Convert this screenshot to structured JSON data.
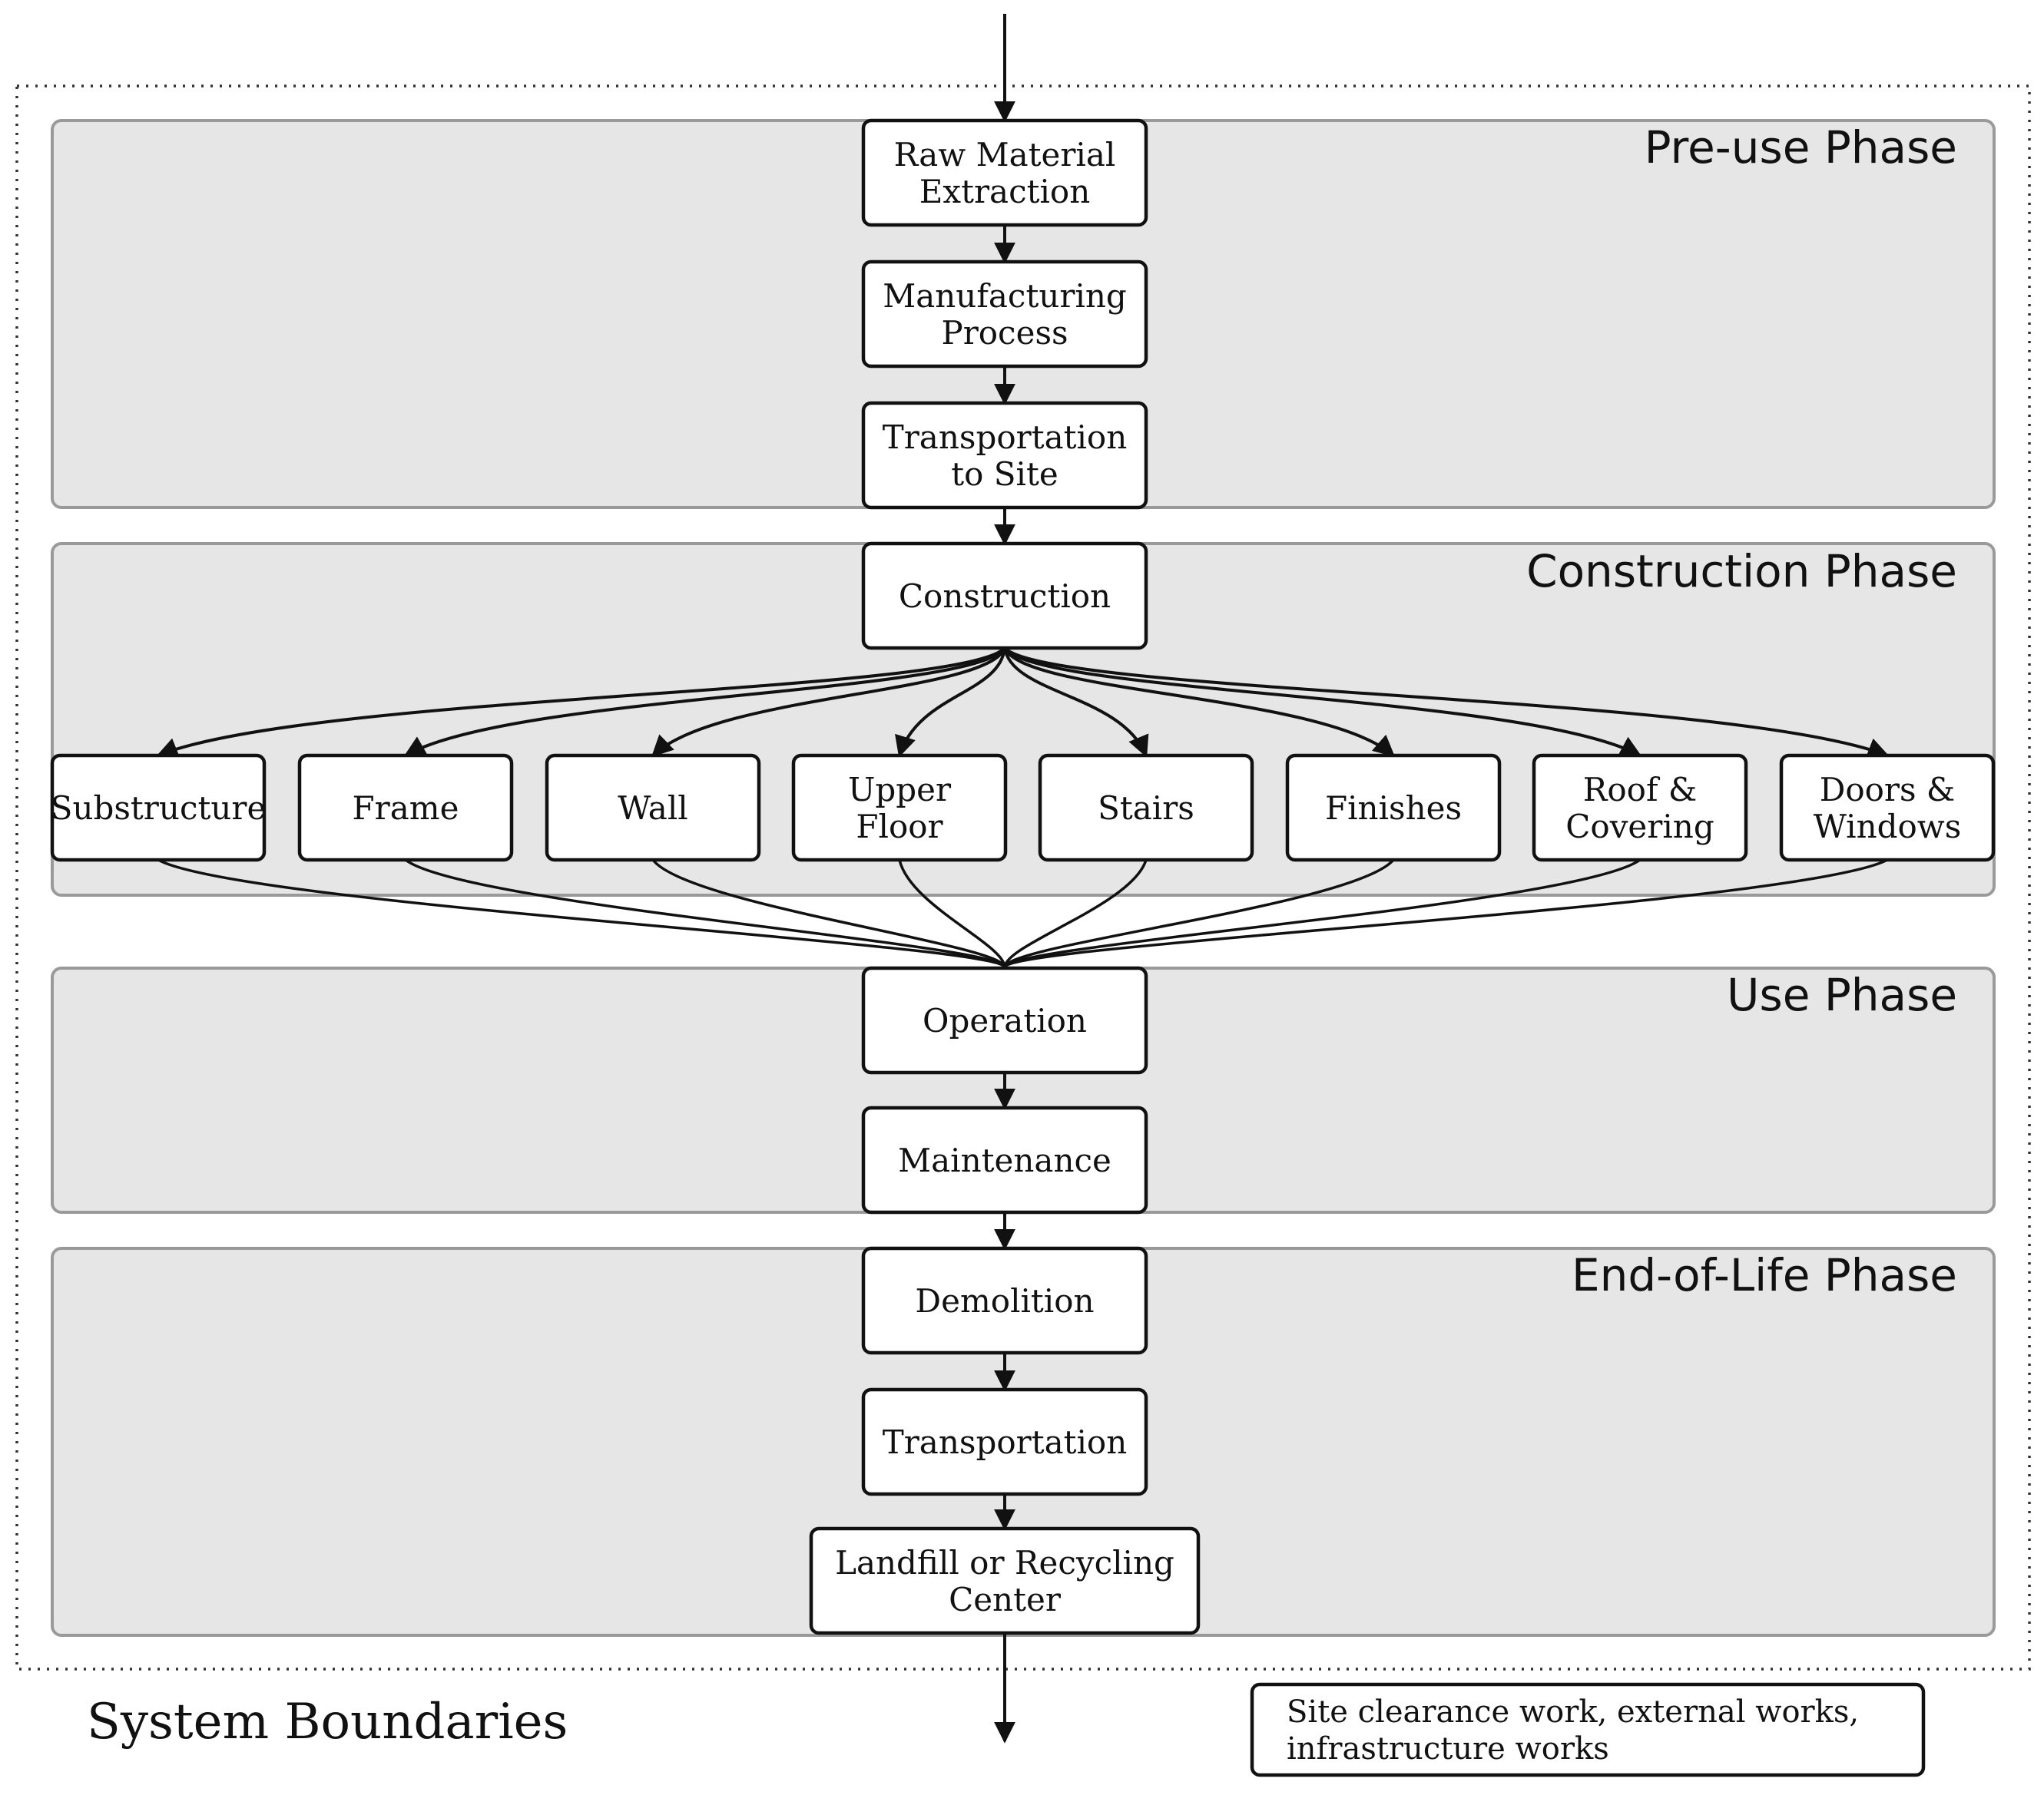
{
  "phases": {
    "pre_use": "Pre-use Phase",
    "construction": "Construction Phase",
    "use": "Use Phase",
    "end_of_life": "End-of-Life Phase"
  },
  "nodes": {
    "raw_material": [
      "Raw Material",
      "Extraction"
    ],
    "manufacturing": [
      "Manufacturing",
      "Process"
    ],
    "transport_site": [
      "Transportation",
      "to Site"
    ],
    "construction": [
      "Construction"
    ],
    "substructure": [
      "Substructure"
    ],
    "frame": [
      "Frame"
    ],
    "wall": [
      "Wall"
    ],
    "upper_floor": [
      "Upper",
      "Floor"
    ],
    "stairs": [
      "Stairs"
    ],
    "finishes": [
      "Finishes"
    ],
    "roof": [
      "Roof &",
      "Covering"
    ],
    "doors": [
      "Doors &",
      "Windows"
    ],
    "operation": [
      "Operation"
    ],
    "maintenance": [
      "Maintenance"
    ],
    "demolition": [
      "Demolition"
    ],
    "transportation": [
      "Transportation"
    ],
    "landfill": [
      "Landfill or Recycling",
      "Center"
    ]
  },
  "system_boundaries_label": "System Boundaries",
  "note": [
    "Site clearance work,  external works,",
    "infrastructure works"
  ],
  "colors": {
    "phase_fill": "#e6e6e6",
    "phase_stroke": "#9a9a9a",
    "ink": "#111111"
  }
}
